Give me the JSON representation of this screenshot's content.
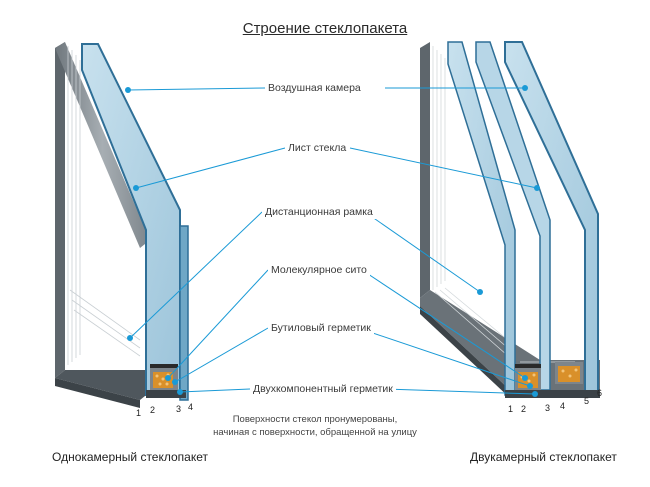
{
  "title": "Строение стеклопакета",
  "callouts": {
    "air_chamber": "Воздушная камера",
    "glass_sheet": "Лист стекла",
    "spacer_frame": "Дистанционная рамка",
    "molecular_sieve": "Молекулярное сито",
    "butyl_sealant": "Бутиловый герметик",
    "two_component_sealant": "Двухкомпонентный герметик"
  },
  "note": {
    "line1": "Поверхности стекол пронумерованы,",
    "line2": "начиная с поверхности, обращенной на улицу"
  },
  "captions": {
    "single": "Однокамерный стеклопакет",
    "double": "Двукамерный стеклопакет"
  },
  "surface_numbers": {
    "single": [
      "1",
      "2",
      "3",
      "4"
    ],
    "double": [
      "1",
      "2",
      "3",
      "4",
      "5",
      "6"
    ]
  },
  "colors": {
    "glass": "#a9cde0",
    "glass_edge": "#2f6f97",
    "frame": "#8a9298",
    "desiccant": "#d9902a",
    "leader": "#1a9ad6"
  }
}
